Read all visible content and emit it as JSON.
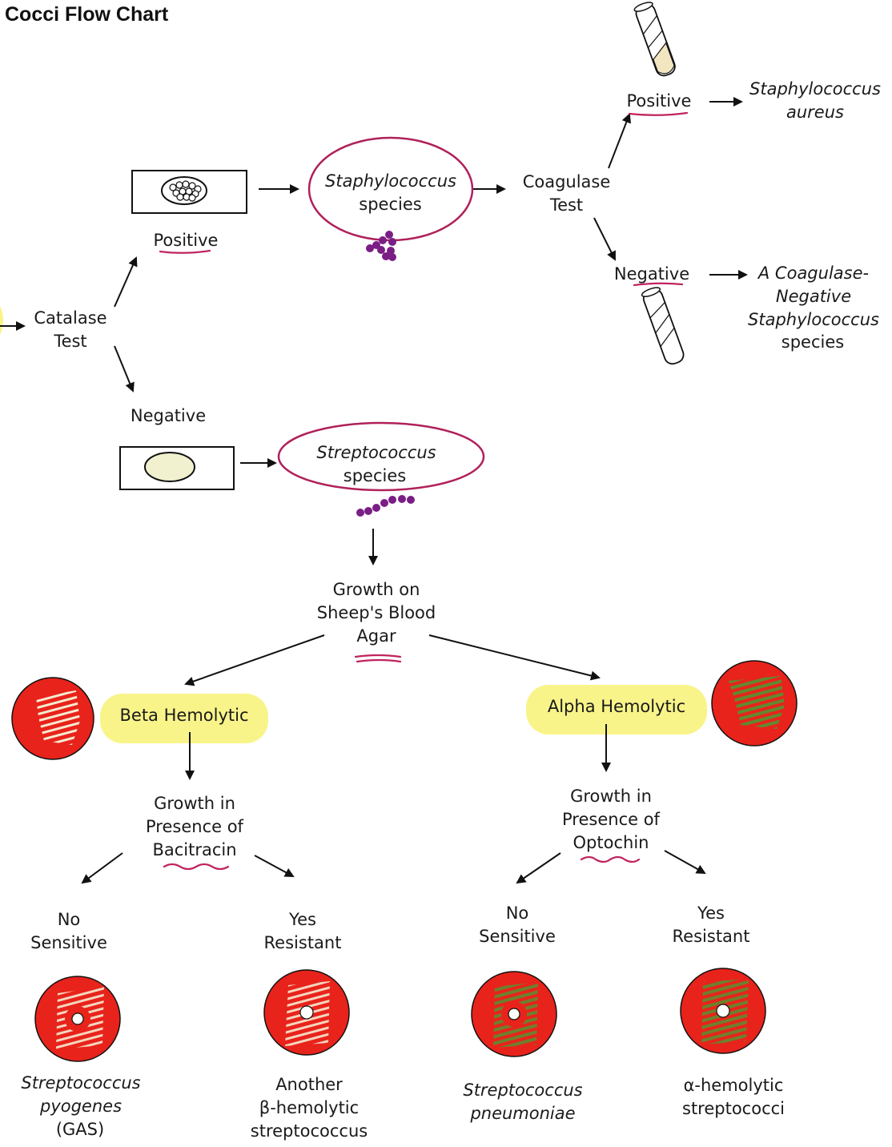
{
  "title": "Cocci Flow Chart",
  "colors": {
    "accent_circle": "#b0205a",
    "highlight": "#f8f48a",
    "agar_red": "#e8231b",
    "alpha_green": "#6b8a3a",
    "cocci_purple": "#7a1e86"
  },
  "icons": [
    "slide-clustered-colonies-icon",
    "slide-smooth-colony-icon",
    "coagulase-tube-clotted-icon",
    "coagulase-tube-liquid-icon",
    "staph-cluster-icon",
    "strep-chain-icon",
    "blood-agar-plate-icon",
    "bacitracin-disk-plate-icon",
    "optochin-disk-plate-icon"
  ],
  "nodes": {
    "catalase": "Catalase\nTest",
    "cat_positive": "Positive",
    "cat_negative": "Negative",
    "staph": "Staphylococcus",
    "staph_sp": "species",
    "coagulase": "Coagulase\nTest",
    "coag_positive": "Positive",
    "coag_negative": "Negative",
    "s_aureus": "Staphylococcus\naureus",
    "cons_a": "A Coagulase-\nNegative\nStaphylococcus",
    "cons_b": "species",
    "strep": "Streptococcus",
    "strep_sp": "species",
    "blood_agar": "Growth on\nSheep's Blood\nAgar",
    "beta": "Beta Hemolytic",
    "alpha": "Alpha Hemolytic",
    "bacitracin": "Growth in\nPresence of\nBacitracin",
    "optochin": "Growth in\nPresence of\nOptochin",
    "bac_no": "No\nSensitive",
    "bac_yes": "Yes\nResistant",
    "opt_no": "No\nSensitive",
    "opt_yes": "Yes\nResistant",
    "s_pyogenes": "Streptococcus\npyogenes",
    "gas": "(GAS)",
    "another_beta": "Another\nβ-hemolytic\nstreptococcus",
    "s_pneumoniae": "Streptococcus\npneumoniae",
    "alpha_strep": "α-hemolytic\nstreptococci"
  }
}
